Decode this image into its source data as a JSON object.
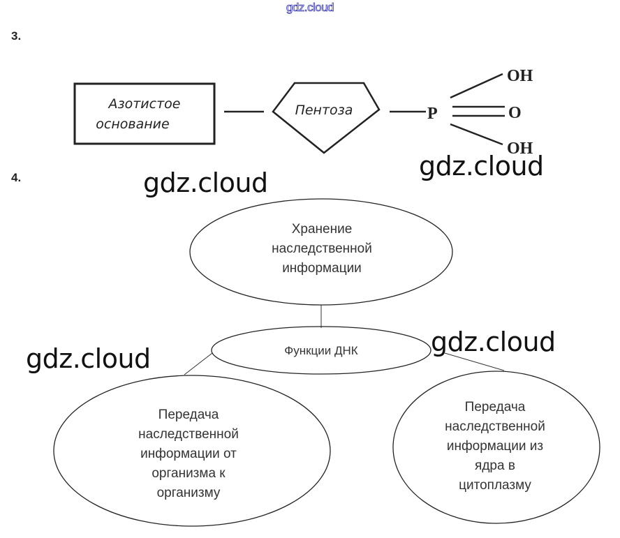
{
  "watermark_top": "gdz.cloud",
  "watermarks": [
    "gdz.cloud",
    "gdz.cloud",
    "gdz.cloud",
    "gdz.cloud"
  ],
  "task3": {
    "number": "3.",
    "base_label": [
      "Азотистое",
      "основание"
    ],
    "sugar_label": "Пентоза",
    "phosphate": {
      "atom": "P",
      "groups": [
        "OH",
        "O",
        "OH"
      ]
    }
  },
  "task4": {
    "number": "4.",
    "center": "Функции ДНК",
    "top": [
      "Хранение",
      "наследственной",
      "информации"
    ],
    "left": [
      "Передача",
      "наследственной",
      "информации от",
      "организма к",
      "организму"
    ],
    "right": [
      "Передача",
      "наследственной",
      "информации из",
      "ядра в",
      "цитоплазму"
    ]
  }
}
